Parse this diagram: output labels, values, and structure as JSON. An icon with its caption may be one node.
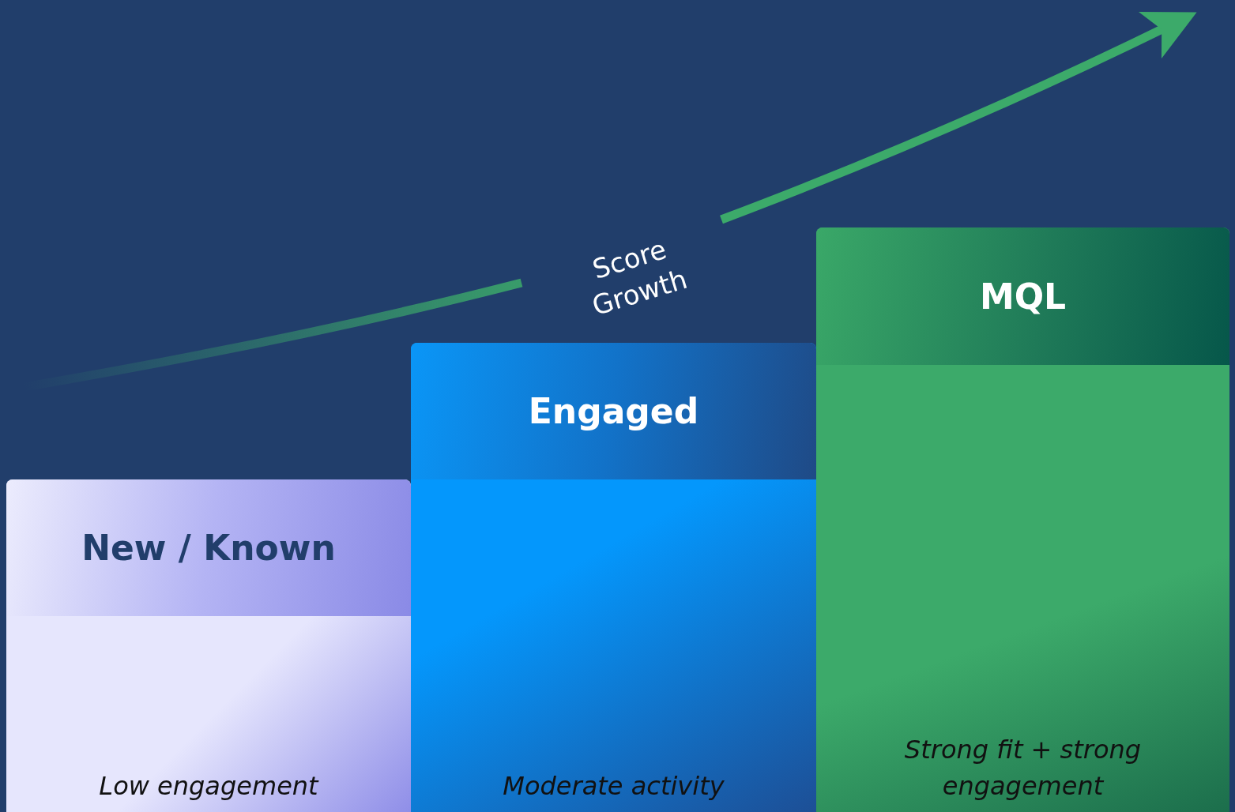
{
  "diagram": {
    "nodes": [
      {
        "text": [
          "New / Known",
          "Low engagement"
        ]
      },
      {
        "text": [
          "Engaged",
          "Moderate activity"
        ]
      },
      {
        "text": [
          "MQL",
          "Strong fit + strong engagement"
        ]
      }
    ],
    "labels": [
      "Score Growth"
    ]
  }
}
